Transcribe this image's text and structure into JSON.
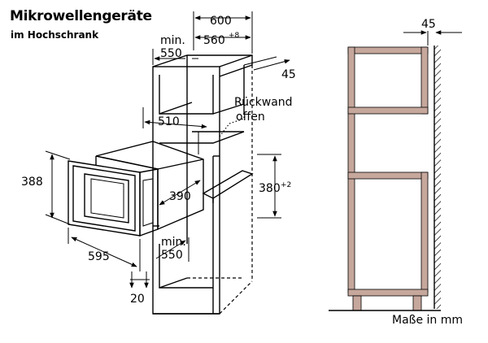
{
  "title": "Mikrowellengeräte",
  "subtitle": "im Hochschrank",
  "units_note": "Maße in mm",
  "dimensions": {
    "cabinet_width": "600",
    "min_label": "min.",
    "niche_width_min": "550",
    "niche_width": "560",
    "niche_width_tol": "+8",
    "side_gap": "45",
    "back_label_1": "Rückwand",
    "back_label_2": "offen",
    "niche_depth": "510",
    "appliance_height": "388",
    "appliance_depth": "390",
    "niche_height": "380",
    "niche_height_tol": "+2",
    "appliance_width": "595",
    "depth_min": "550",
    "front_offset": "20",
    "side_view_gap": "45"
  },
  "colors": {
    "shelf": "#c6a79c",
    "line": "#000000"
  }
}
